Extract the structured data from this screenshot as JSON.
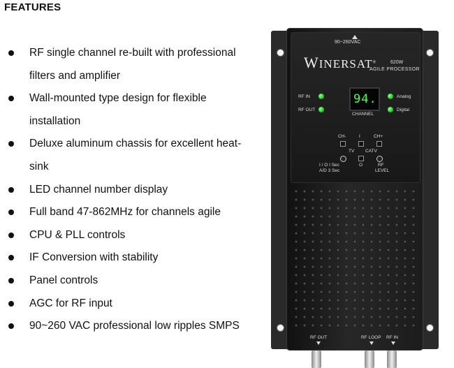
{
  "heading": "FEATURES",
  "features": [
    "RF single channel re-built with professional filters and amplifier",
    "Wall-mounted type design for flexible installation",
    "Deluxe aluminum chassis for excellent heat-sink",
    "LED channel number display",
    "Full band 47-862MHz for channels agile",
    "CPU & PLL controls",
    "IF Conversion with stability",
    "Panel controls",
    "AGC for RF input",
    "90~260 VAC professional low ripples SMPS"
  ],
  "device": {
    "vac": "90~260VAC",
    "brand": "WINERSAT",
    "brand_first": "W",
    "brand_rest": "INERSAT",
    "reg": "®",
    "model": "620W",
    "subtitle": "AGILE PROCESSOR",
    "rf_in": "RF IN",
    "rf_out": "RF OUT",
    "display_value": "94.",
    "channel": "CHANNEL",
    "analog": "Analog",
    "digital": "Digital",
    "ch_minus": "CH-",
    "ch_plus": "CH+",
    "mark_i": "I",
    "tv": "TV",
    "catv": "CATV",
    "io_sec": "I / O  I Sec",
    "ad_sec": "A/D  3 Sec",
    "mark_o": "O",
    "rf_level_1": "RF",
    "rf_level_2": "LEVEL",
    "bottom_rf_out": "RF OUT",
    "bottom_rf_loop": "RF LOOP",
    "bottom_rf_in": "RF IN"
  },
  "colors": {
    "led_green": "#33dd33",
    "body": "#1c1c1c"
  }
}
